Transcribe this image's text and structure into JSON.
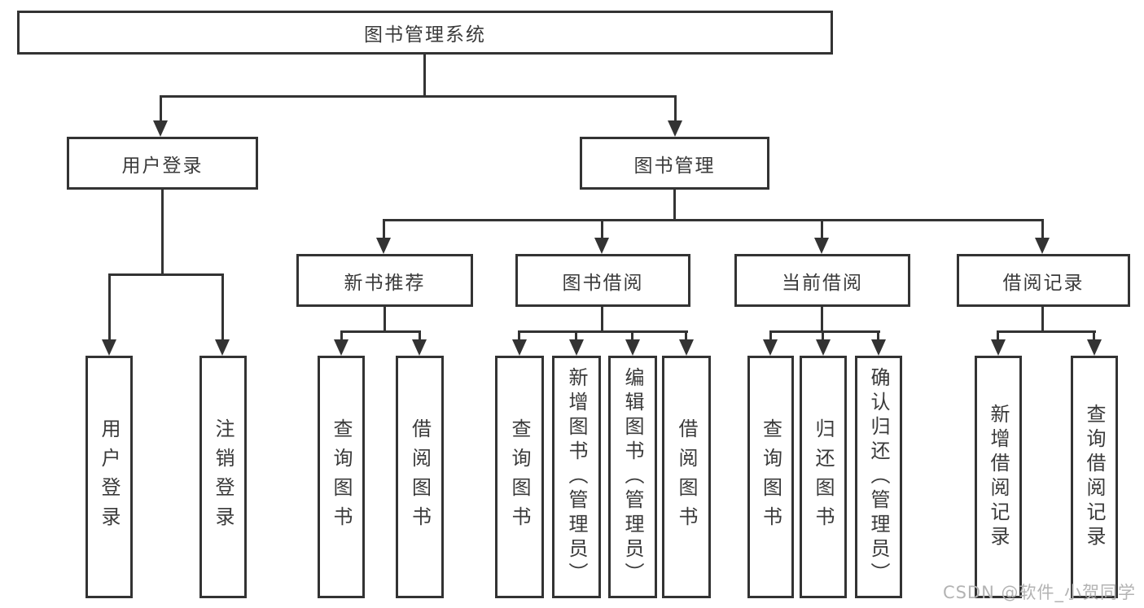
{
  "tree": {
    "root": {
      "label": "图书管理系统"
    },
    "branches": [
      {
        "label": "用户登录",
        "children": [
          {
            "label": "用户登录"
          },
          {
            "label": "注销登录"
          }
        ]
      },
      {
        "label": "图书管理",
        "children": [
          {
            "label": "新书推荐",
            "children": [
              {
                "label": "查询图书"
              },
              {
                "label": "借阅图书"
              }
            ]
          },
          {
            "label": "图书借阅",
            "children": [
              {
                "label": "查询图书"
              },
              {
                "label": "新增图书（管理员）"
              },
              {
                "label": "编辑图书（管理员）"
              },
              {
                "label": "借阅图书"
              }
            ]
          },
          {
            "label": "当前借阅",
            "children": [
              {
                "label": "查询图书"
              },
              {
                "label": "归还图书"
              },
              {
                "label": "确认归还（管理员）"
              }
            ]
          },
          {
            "label": "借阅记录",
            "children": [
              {
                "label": "新增借阅记录"
              },
              {
                "label": "查询借阅记录"
              }
            ]
          }
        ]
      }
    ]
  },
  "watermark": "CSDN @软件_小贺同学",
  "colors": {
    "line": "#333333",
    "text": "#3a3a3a",
    "watermark": "#b3b3b3",
    "background": "#ffffff"
  }
}
